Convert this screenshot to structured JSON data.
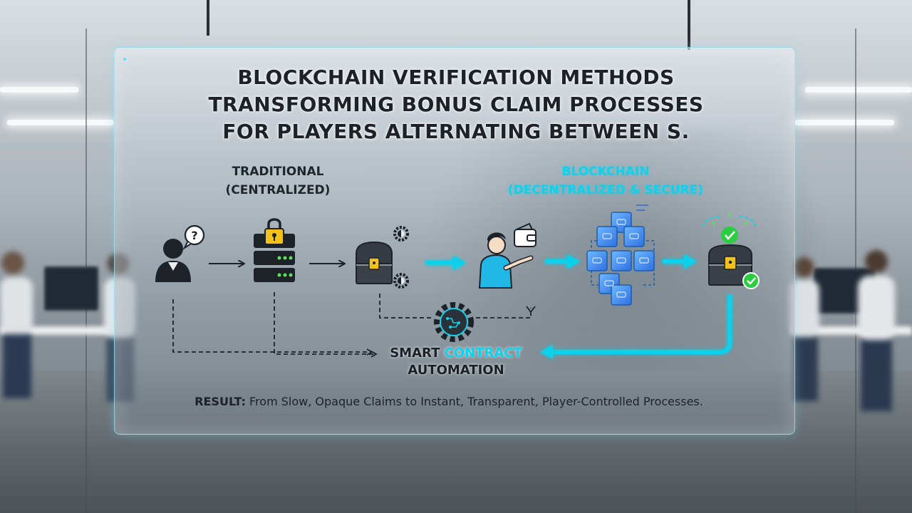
{
  "title": {
    "line1": "BLOCKCHAIN VERIFICATION METHODS",
    "line2": "TRANSFORMING BONUS CLAIM PROCESSES",
    "line3": "FOR PLAYERS ALTERNATING BETWEEN S."
  },
  "traditional": {
    "line1": "TRADITIONAL",
    "line2": "(CENTRALIZED)"
  },
  "blockchain": {
    "line1": "BLOCKCHAIN",
    "line2": "(DECENTRALIZED & SECURE)"
  },
  "smart_contract": {
    "word1": "SMART",
    "word2": "CONTRACT",
    "line2": "AUTOMATION"
  },
  "result": {
    "label": "RESULT:",
    "part1": "From Slow, Opaque Claims to",
    "part2": "Instant, Transparent, Player-Controlled Processes."
  },
  "icons": {
    "user": "question-user-icon",
    "server": "locked-server-icon",
    "chest_traditional": "locked-chest-gear-icon",
    "player": "player-wallet-icon",
    "network": "blockchain-cubes-icon",
    "chest_blockchain": "verified-chest-icon",
    "gear": "smart-contract-gear-icon"
  },
  "colors": {
    "accent": "#10d0ea",
    "dark": "#1c2228",
    "lock": "#f2c21b",
    "check": "#2ecc40"
  }
}
